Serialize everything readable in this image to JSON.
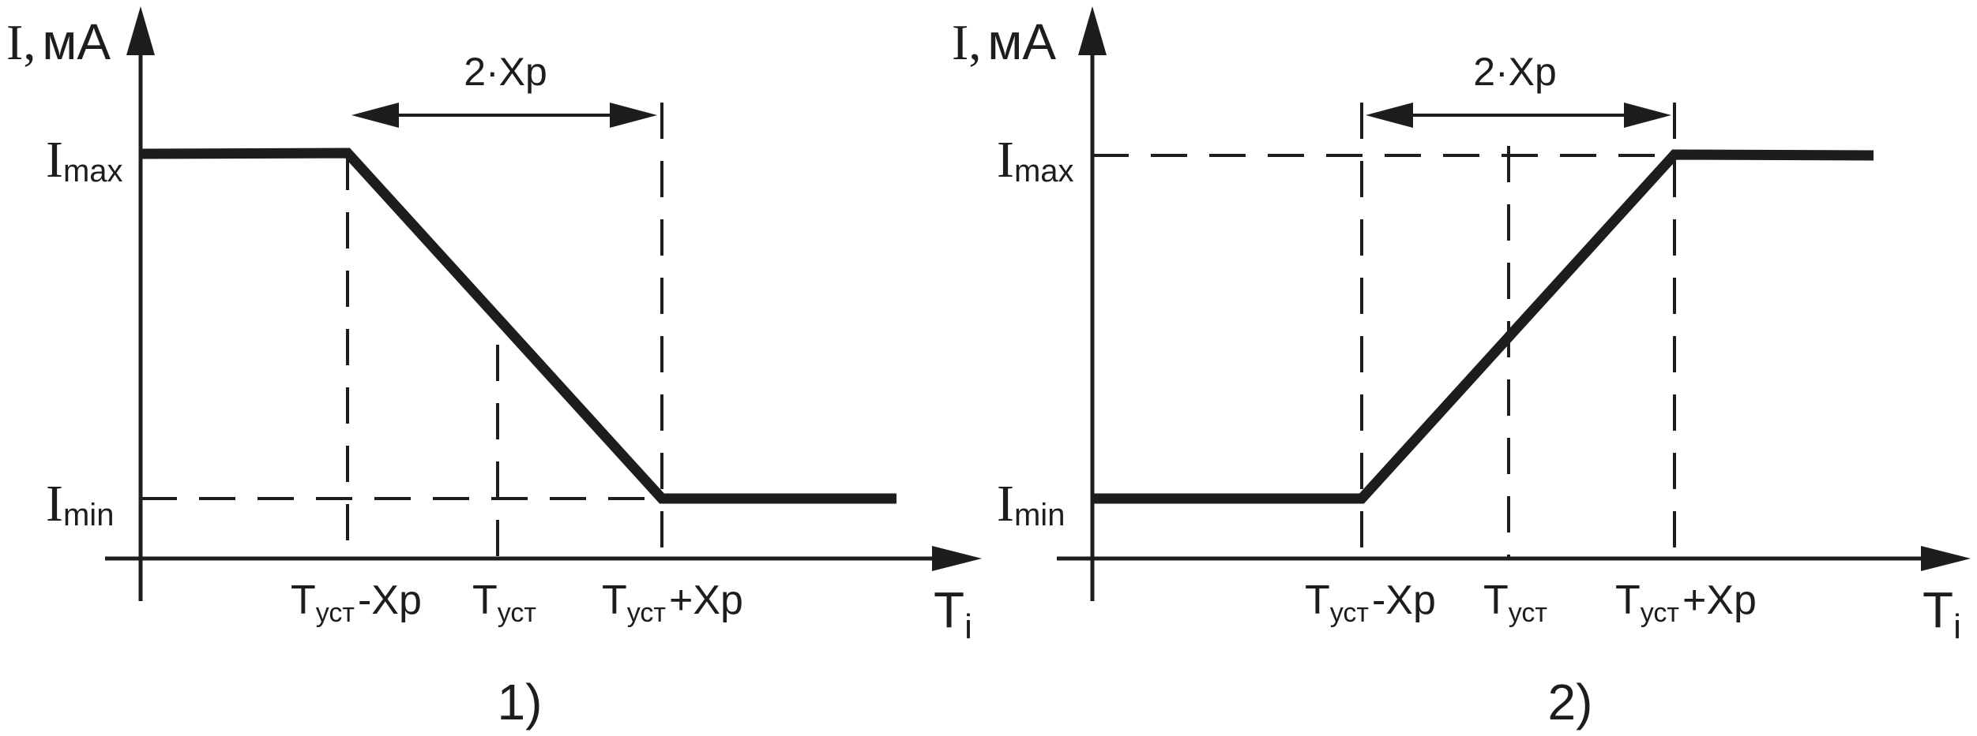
{
  "diagrams": [
    {
      "id": "1",
      "caption": "1)",
      "y_axis_label": {
        "main": "I,",
        "unit": "мА"
      },
      "x_axis_label": {
        "main": "T",
        "sub": "i"
      },
      "i_max": {
        "main": "I",
        "sub": "max"
      },
      "i_min": {
        "main": "I",
        "sub": "min"
      },
      "span_label": "2·Xp",
      "ticks": [
        {
          "main": "T",
          "sub": "уст",
          "suffix": "-Xp"
        },
        {
          "main": "T",
          "sub": "уст",
          "suffix": ""
        },
        {
          "main": "T",
          "sub": "уст",
          "suffix": "+Xp"
        }
      ]
    },
    {
      "id": "2",
      "caption": "2)",
      "y_axis_label": {
        "main": "I,",
        "unit": "мА"
      },
      "x_axis_label": {
        "main": "T",
        "sub": "i"
      },
      "i_max": {
        "main": "I",
        "sub": "max"
      },
      "i_min": {
        "main": "I",
        "sub": "min"
      },
      "span_label": "2·Xp",
      "ticks": [
        {
          "main": "T",
          "sub": "уст",
          "suffix": "-Xp"
        },
        {
          "main": "T",
          "sub": "уст",
          "suffix": ""
        },
        {
          "main": "T",
          "sub": "уст",
          "suffix": "+Xp"
        }
      ]
    }
  ],
  "colors": {
    "ink": "#1d1d1d",
    "background": "#ffffff"
  }
}
